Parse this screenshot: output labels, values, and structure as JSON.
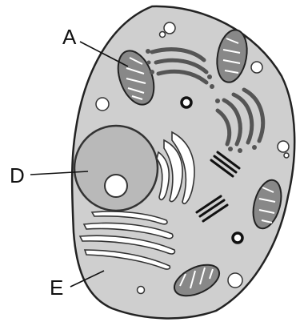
{
  "labels": {
    "a": "A",
    "d": "D",
    "e": "E"
  },
  "colors": {
    "cytoplasm": "#cfcfcf",
    "nucleus": "#b9b9b9",
    "outline": "#222222",
    "organelle_dark": "#555555",
    "background": "#ffffff"
  }
}
